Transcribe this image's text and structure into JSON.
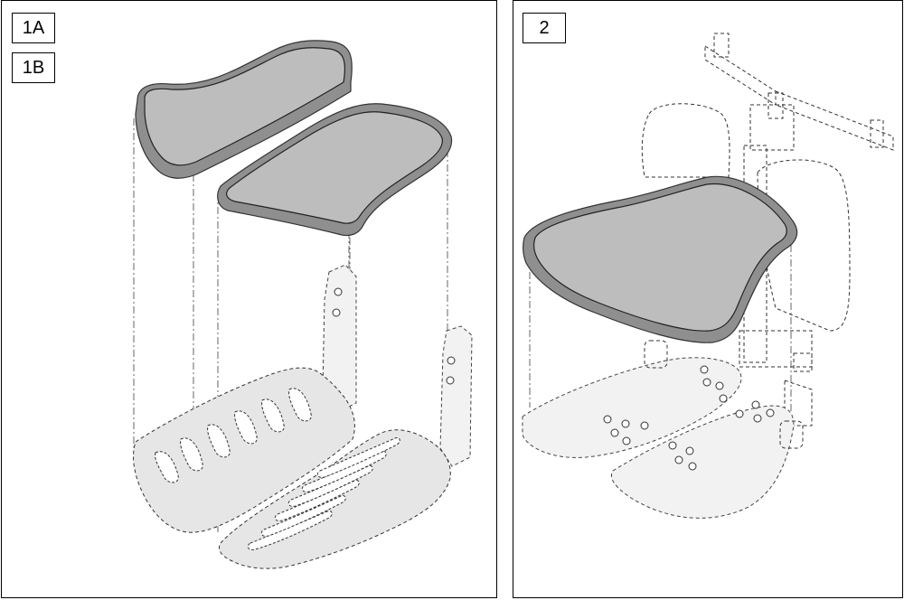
{
  "labels": {
    "panel1_top": "1A",
    "panel1_bottom": "1B",
    "panel2": "2"
  }
}
